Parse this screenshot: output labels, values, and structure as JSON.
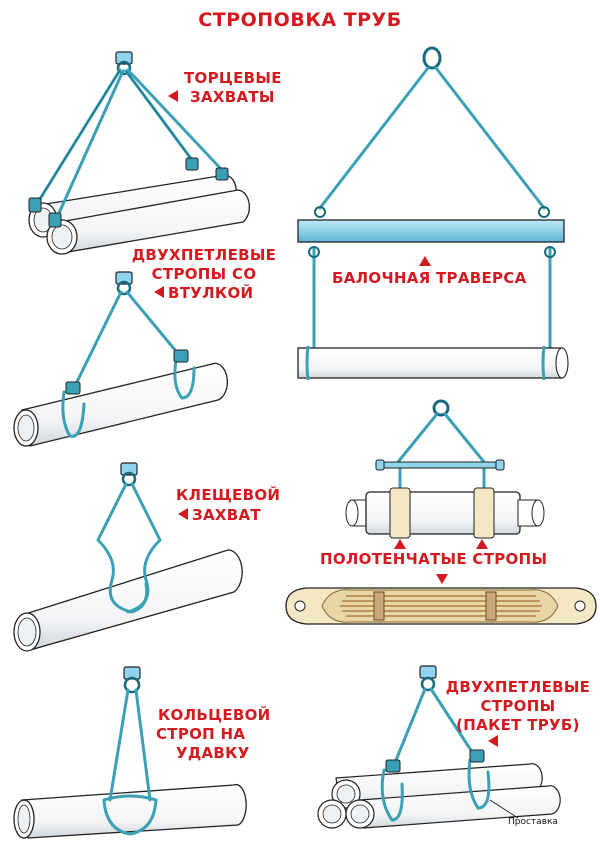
{
  "title": "СТРОПОВКА ТРУБ",
  "labels": {
    "end_grips_1": "ТОРЦЕВЫЕ",
    "end_grips_2": "ЗАХВАТЫ",
    "two_loop_1": "ДВУХПЕТЛЕВЫЕ",
    "two_loop_2": "СТРОПЫ СО",
    "two_loop_3": "ВТУЛКОЙ",
    "beam": "БАЛОЧНАЯ ТРАВЕРСА",
    "tongs_1": "КЛЕЩЕВОЙ",
    "tongs_2": "ЗАХВАТ",
    "towel": "ПОЛОТЕНЧАТЫЕ СТРОПЫ",
    "ring_1": "КОЛЬЦЕВОЙ",
    "ring_2": "СТРОП НА",
    "ring_3": "УДАВКУ",
    "pack_1": "ДВУХПЕТЛЕВЫЕ",
    "pack_2": "СТРОПЫ",
    "pack_3": "(ПАКЕТ ТРУБ)",
    "spacer": "Проставка"
  },
  "colors": {
    "label_red": "#d41a1f",
    "rope_blue": "#3aa0b6",
    "rope_dark": "#1a6a7e",
    "beam_fill": "#8fd3ec",
    "pipe_fill": "#ffffff",
    "outline": "#222222",
    "towel_band": "#f3e7c4",
    "towel_threads": "#b88a55"
  },
  "icons": [
    "marker-arrow-left-icon",
    "marker-arrow-up-icon",
    "marker-arrow-down-icon"
  ]
}
